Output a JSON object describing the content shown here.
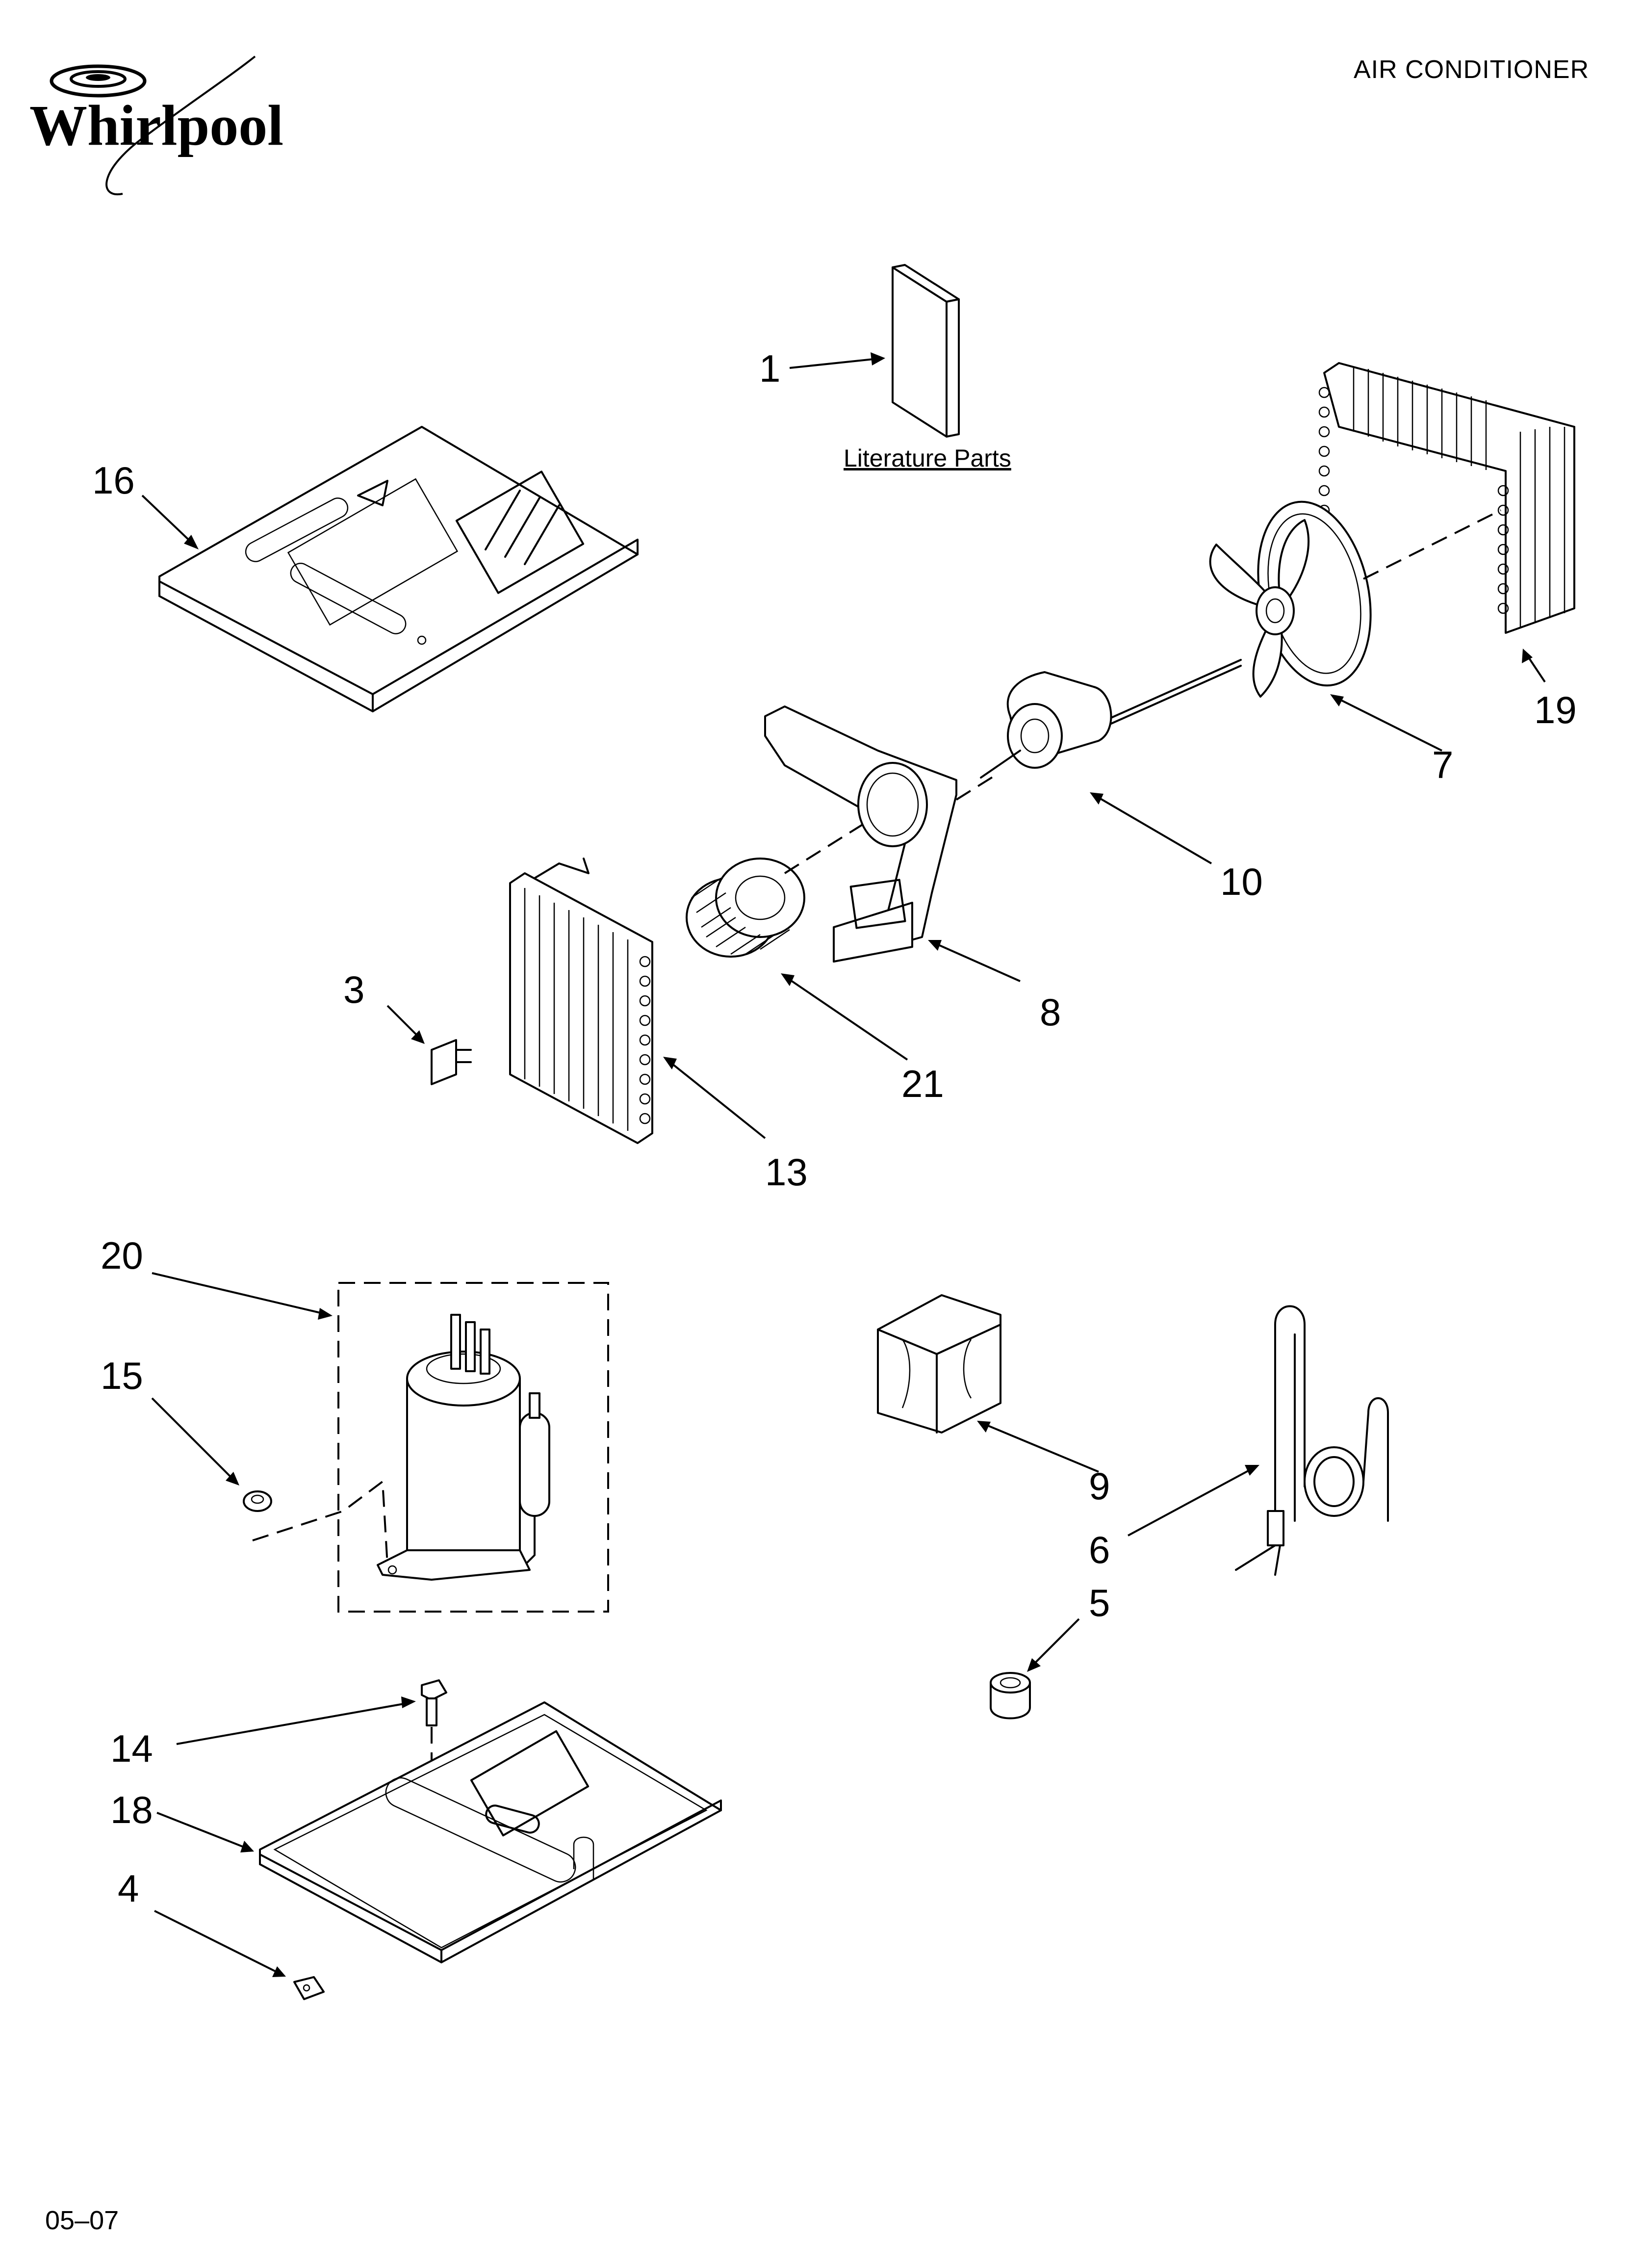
{
  "header": {
    "brand": "Whirlpool",
    "title": "AIR CONDITIONER"
  },
  "literature_label": "Literature Parts",
  "callouts": [
    {
      "id": "c1",
      "text": "1"
    },
    {
      "id": "c16",
      "text": "16"
    },
    {
      "id": "c19",
      "text": "19"
    },
    {
      "id": "c7",
      "text": "7"
    },
    {
      "id": "c10",
      "text": "10"
    },
    {
      "id": "c8",
      "text": "8"
    },
    {
      "id": "c21",
      "text": "21"
    },
    {
      "id": "c3",
      "text": "3"
    },
    {
      "id": "c13",
      "text": "13"
    },
    {
      "id": "c20",
      "text": "20"
    },
    {
      "id": "c15",
      "text": "15"
    },
    {
      "id": "c9",
      "text": "9"
    },
    {
      "id": "c6",
      "text": "6"
    },
    {
      "id": "c5",
      "text": "5"
    },
    {
      "id": "c14",
      "text": "14"
    },
    {
      "id": "c18",
      "text": "18"
    },
    {
      "id": "c4",
      "text": "4"
    }
  ],
  "footer": {
    "date_code": "05–07"
  }
}
